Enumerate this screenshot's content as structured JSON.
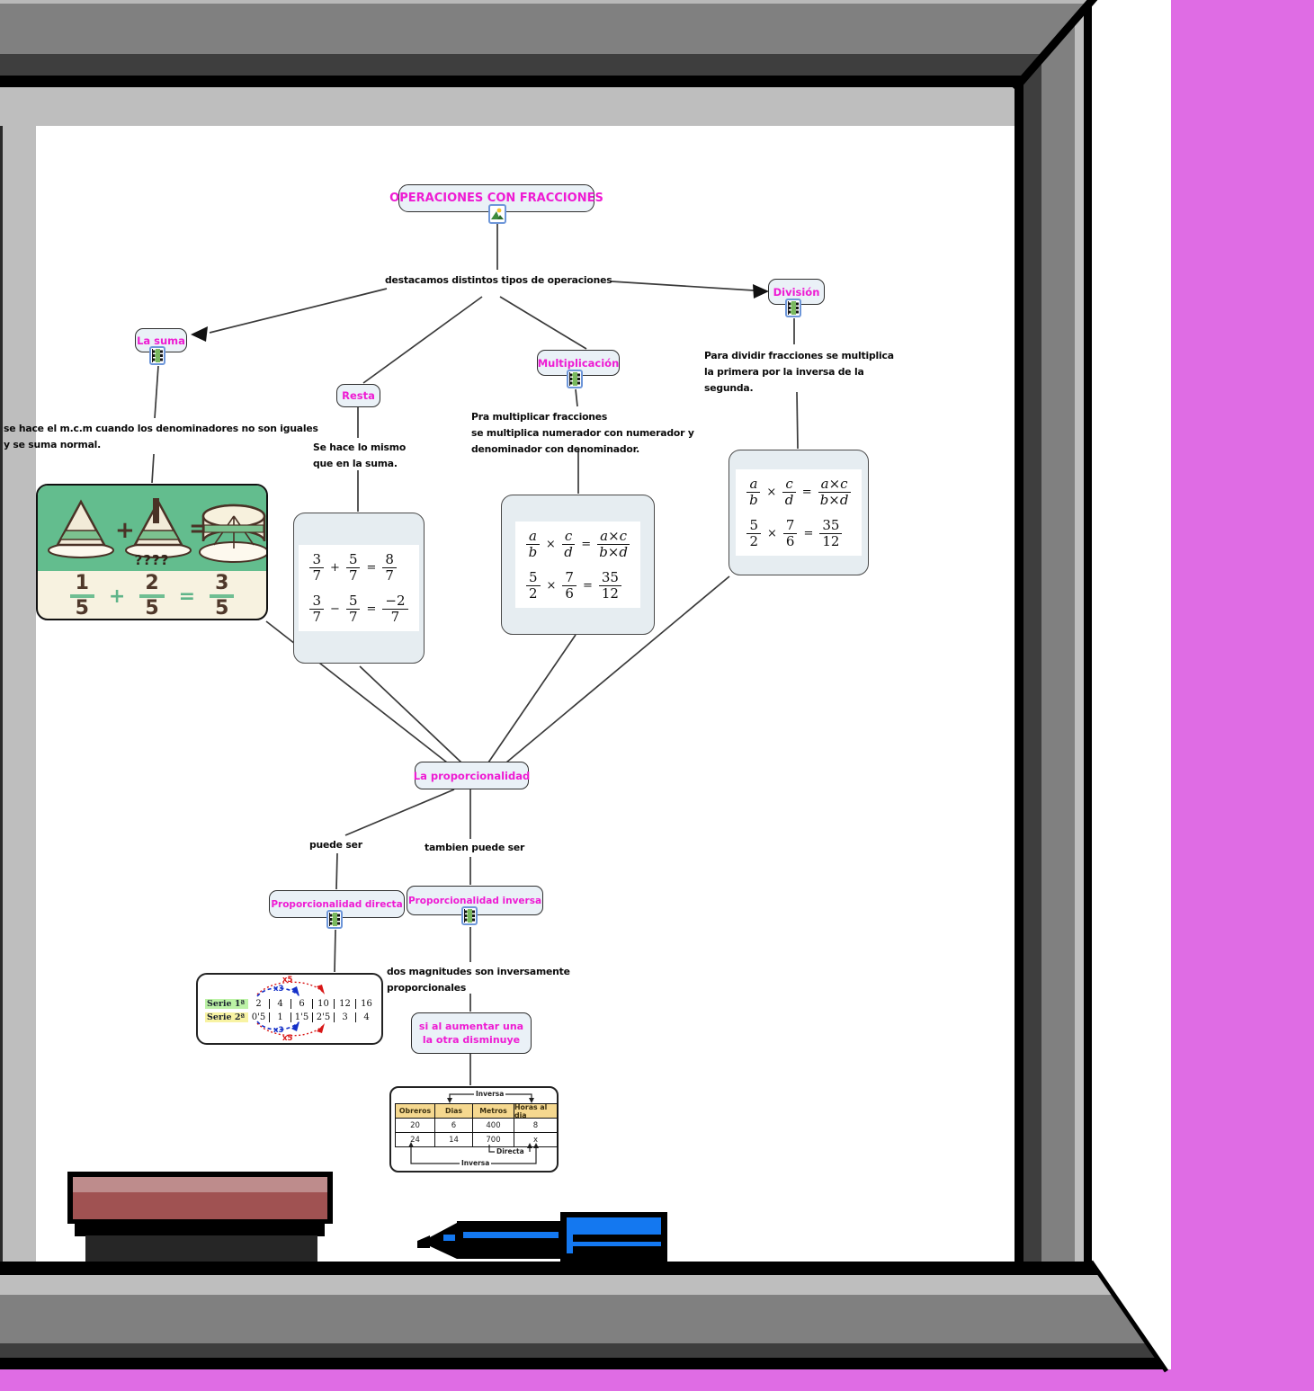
{
  "scene": {
    "colors": {
      "wall_magenta": "#DF6CE4",
      "accent_magenta": "#EE1BD3",
      "node_fill": "#EAF1F7",
      "frame_gray": "#808080",
      "frame_dark_gray": "#3E3E3E",
      "frame_light_gray": "#BEBEBE",
      "pen_blue": "#1478F0",
      "eraser_red": "#A05252",
      "table_header_bg": "#F5D88F",
      "serie1_bg": "#BCF2A6",
      "serie2_bg": "#F8F3A3",
      "cake_green": "#63BD8E"
    }
  },
  "map": {
    "nodes": {
      "title": "OPERACIONES CON FRACCIONES",
      "suma": "La suma",
      "resta": "Resta",
      "multiplicacion": "Multiplicación",
      "division": "División",
      "proporcionalidad": "La proporcionalidad",
      "directa": "Proporcionalidad directa",
      "inversa": "Proporcionalidad inversa",
      "aumentar_line1": "si al aumentar una",
      "aumentar_line2": "la otra disminuye"
    },
    "labels": {
      "destacamos": "destacamos distintos tipos de operaciones",
      "suma_note_line1": "se hace el m.c.m cuando los denominadores no son iguales",
      "suma_note_line2": "y se suma normal.",
      "resta_note_line1": "Se hace lo mismo",
      "resta_note_line2": "que en la suma.",
      "mult_note_line1": "Pra multiplicar fracciones",
      "mult_note_line2": "se multiplica numerador con numerador y",
      "mult_note_line3": "denominador con denominador.",
      "div_note_line1": "Para dividir fracciones se multiplica",
      "div_note_line2": "la primera por la inversa de la",
      "div_note_line3": "segunda.",
      "puede_ser": "puede ser",
      "tambien": "tambien puede ser",
      "dos_magnitudes_line1": "dos magnitudes son inversamente",
      "dos_magnitudes_line2": "proporcionales"
    },
    "formulas": {
      "resta_rows": [
        [
          "3/7",
          "+",
          "5/7",
          "=",
          "8/7"
        ],
        [
          "3/7",
          "−",
          "5/7",
          "=",
          "−2/7"
        ]
      ],
      "mult_rows": [
        [
          "a/b",
          "×",
          "c/d",
          "=",
          "a×c/b×d"
        ],
        [
          "5/2",
          "×",
          "7/6",
          "=",
          "35/12"
        ]
      ],
      "div_rows": [
        [
          "a/b",
          "×",
          "c/d",
          "=",
          "a×c/b×d"
        ],
        [
          "5/2",
          "×",
          "7/6",
          "=",
          "35/12"
        ]
      ]
    },
    "cake": {
      "question": "????",
      "rows": [
        [
          "1/5",
          "+",
          "2/5",
          "=",
          "3/5"
        ]
      ]
    },
    "series": {
      "row1_label": "Serie 1ª",
      "row2_label": "Serie 2ª",
      "row1": [
        "2",
        "4",
        "6",
        "10",
        "12",
        "16"
      ],
      "row2": [
        "0'5",
        "1",
        "1'5",
        "2'5",
        "3",
        "4"
      ],
      "x3": "x3",
      "x5": "x5"
    },
    "prop_table": {
      "headers": [
        "Obreros",
        "Dias",
        "Metros",
        "Horas al dia"
      ],
      "rows": [
        [
          "20",
          "6",
          "400",
          "8"
        ],
        [
          "24",
          "14",
          "700",
          "x"
        ]
      ],
      "top_label": "Inversa",
      "directa_label": "Directa",
      "bottom_label": "Inversa"
    }
  }
}
